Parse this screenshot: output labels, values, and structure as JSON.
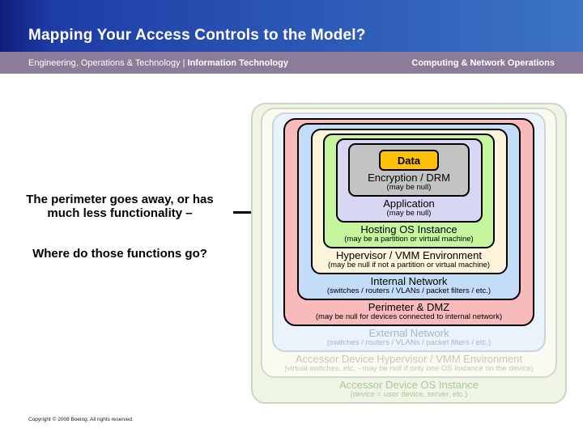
{
  "header": {
    "title": "Mapping Your Access Controls to the Model?",
    "subtitle_left": "Engineering, Operations & Technology |",
    "subtitle_left_bold": "Information Technology",
    "subtitle_right": "Computing & Network Operations",
    "bar_gradient_left": "#0f1e7d",
    "bar_gradient_right": "#3c74c4",
    "subbar_color": "#8b7c99"
  },
  "note": {
    "statement": "The perimeter goes away, or has much less functionality –",
    "question": "Where do those functions go?"
  },
  "diagram": {
    "layers": [
      {
        "name": "Accessor Device OS Instance",
        "sub": "(device = user device, server, etc.)",
        "bg": "#eef6e3",
        "border": "#ccd4c6",
        "text": "#b2c1a3"
      },
      {
        "name": "Accessor Device Hypervisor / VMM Environment",
        "sub": "(virtual switches, etc. - may be null if only one OS instance on the device)",
        "bg": "#fbfaf0",
        "border": "#d6d6cc",
        "text": "#c6c6bc"
      },
      {
        "name": "External Network",
        "sub": "(switches / routers / VLANs / packet filters / etc.)",
        "bg": "#eaf2fc",
        "border": "#cbd3db",
        "text": "#a9b5c5"
      },
      {
        "name": "Perimeter & DMZ",
        "sub": "(may be null for devices connected to internal network)",
        "bg": "#f9babb",
        "border": "#000000",
        "text": "#000000"
      },
      {
        "name": "Internal Network",
        "sub": "(switches / routers / VLANs / packet filters / etc.)",
        "bg": "#c3ddf9",
        "border": "#000000",
        "text": "#000000"
      },
      {
        "name": "Hypervisor / VMM Environment",
        "sub": "(may be null if not a partition or virtual machine)",
        "bg": "#fdf4da",
        "border": "#000000",
        "text": "#000000"
      },
      {
        "name": "Hosting OS Instance",
        "sub": "(may be a partition or virtual machine)",
        "bg": "#c5f69e",
        "border": "#000000",
        "text": "#000000"
      },
      {
        "name": "Application",
        "sub": "(may be null)",
        "bg": "#d7d7f3",
        "border": "#000000",
        "text": "#000000"
      },
      {
        "name": "Encryption / DRM",
        "sub": "(may be null)",
        "bg": "#c3c3c3",
        "border": "#000000",
        "text": "#000000"
      },
      {
        "name": "Data",
        "sub": "",
        "bg": "#ffc107",
        "border": "#000000",
        "text": "#000000"
      }
    ]
  },
  "footer": {
    "copyright": "Copyright © 2008 Boeing. All rights reserved."
  }
}
